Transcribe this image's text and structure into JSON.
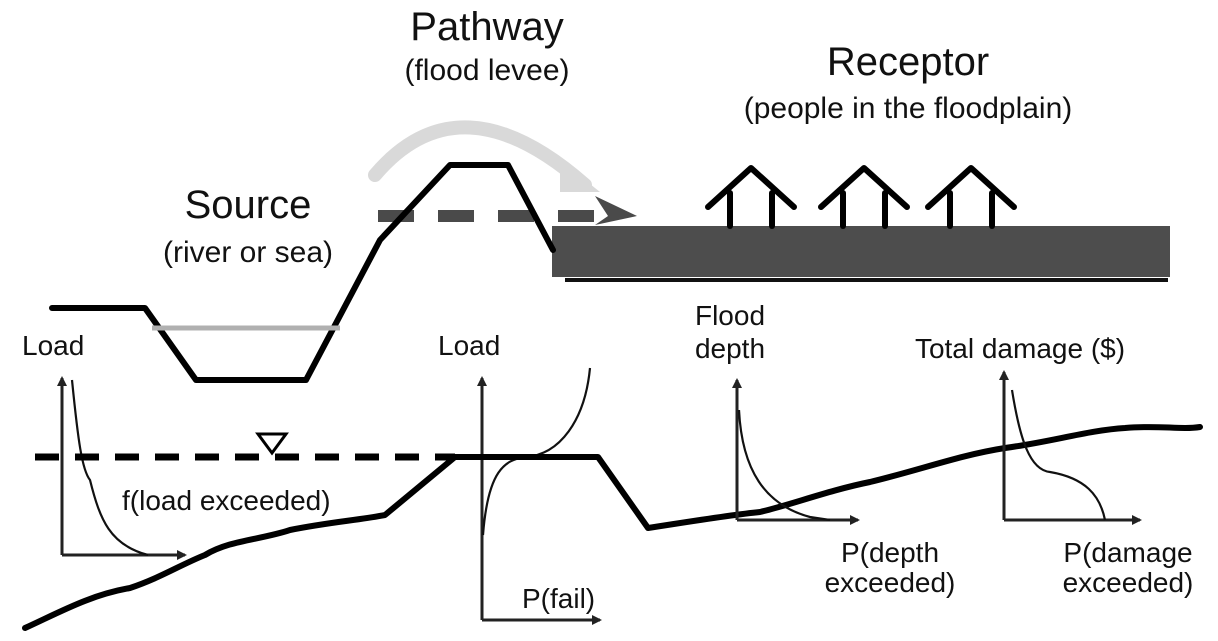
{
  "title": "Source-Pathway-Receptor flood risk diagram",
  "labels": {
    "pathway_title": "Pathway",
    "pathway_sub": "(flood levee)",
    "receptor_title": "Receptor",
    "receptor_sub": "(people in the floodplain)",
    "source_title": "Source",
    "source_sub": "(river or sea)",
    "load_left": "Load",
    "f_load": "f(load exceeded)",
    "load_mid": "Load",
    "p_fail": "P(fail)",
    "flood_depth_1": "Flood",
    "flood_depth_2": "depth",
    "p_depth_1": "P(depth",
    "p_depth_2": "exceeded)",
    "total_damage": "Total damage ($)",
    "p_damage_1": "P(damage",
    "p_damage_2": "exceeded)"
  },
  "icons": {
    "water_level": "inverted-triangle",
    "houses_count": 3
  },
  "colors": {
    "line": "#000000",
    "floodplain": "#4d4d4d",
    "dashed_arrow": "#4a4a4a",
    "curved_arrow": "#d9d9d9",
    "water_line": "#b0b0b0"
  }
}
